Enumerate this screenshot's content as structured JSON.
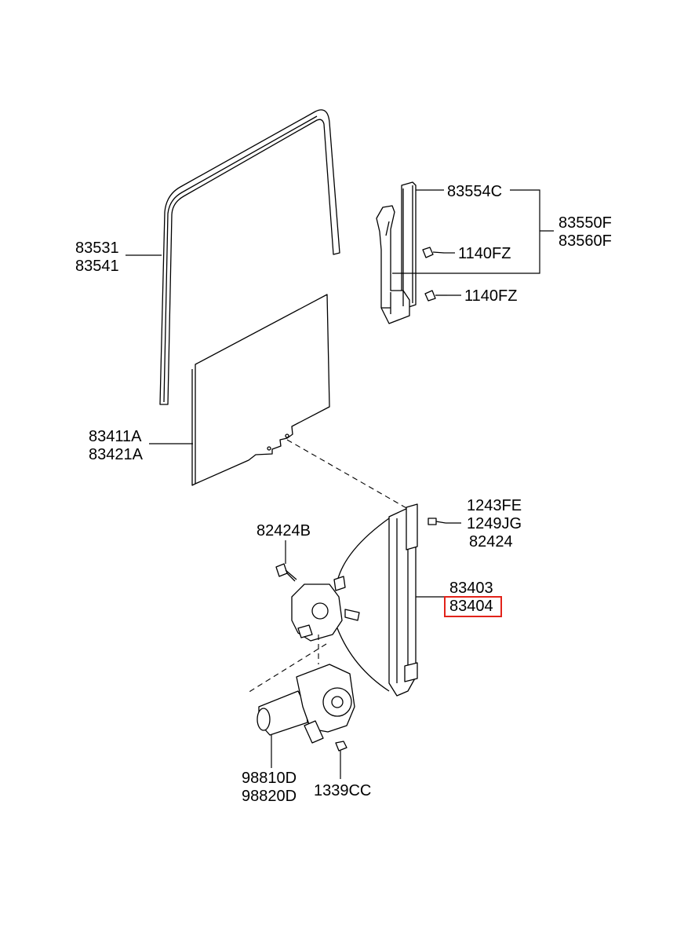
{
  "diagram": {
    "highlight_color": "#e2231a",
    "labels": {
      "channel_a": "83531",
      "channel_b": "83541",
      "glass_a": "83411A",
      "glass_b": "83421A",
      "guide_rail": "83554C",
      "guide_assy_a": "83550F",
      "guide_assy_b": "83560F",
      "bolt_upper": "1140FZ",
      "bolt_lower": "1140FZ",
      "bolt_regulator_a": "1243FE",
      "bolt_regulator_b": "1249JG",
      "bolt_regulator_c": "82424",
      "bolt_left": "82424B",
      "regulator_a": "83403",
      "regulator_b": "83404",
      "motor_a": "98810D",
      "motor_b": "98820D",
      "nut_motor": "1339CC"
    }
  }
}
